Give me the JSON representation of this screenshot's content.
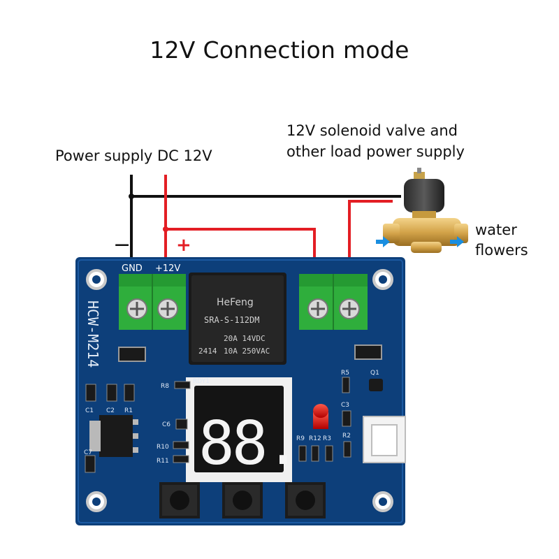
{
  "title": "12V Connection mode",
  "power_supply_label": "Power supply DC 12V",
  "minus_sign": "−",
  "plus_sign": "+",
  "load_label": {
    "line1": "12V solenoid valve and",
    "line2": "other load power supply"
  },
  "water_label": {
    "line1": "water",
    "line2": "flowers"
  },
  "board": {
    "model": "HCW-M214",
    "terminal_gnd": "GND",
    "terminal_12v": "+12V",
    "relay": {
      "brand": "HeFeng",
      "part": "SRA-S-112DM",
      "rating1": "20A 14VDC",
      "rating2": "10A 250VAC",
      "code": "2414"
    },
    "display_value": "88.",
    "silk": [
      "R8",
      "RDY1",
      "C6",
      "R10",
      "R11",
      "R9",
      "R12",
      "R3",
      "R2",
      "R5",
      "Q1",
      "C3",
      "C1",
      "C2",
      "R1",
      "C7"
    ]
  },
  "colors": {
    "wire_red": "#e31e24",
    "wire_black": "#111111",
    "pcb": "#0d3f7a",
    "terminal": "#2fae3c",
    "arrow": "#1a8ee0"
  }
}
